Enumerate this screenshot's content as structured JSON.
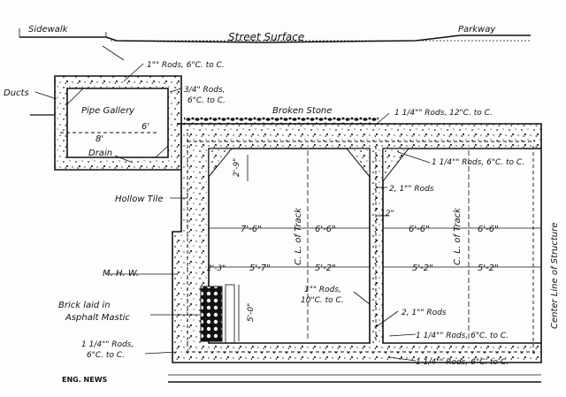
{
  "labels": {
    "sidewalk": "Sidewalk",
    "street_surface": "Street Surface",
    "parkway": "Parkway",
    "rods_top_gallery": "1\"\" Rods, 6\"C. to C.",
    "ducts": "Ducts",
    "pipe_gallery": "Pipe Gallery",
    "rods_gallery_corner_1": "3/4\" Rods,",
    "rods_gallery_corner_2": "6\"C. to C.",
    "broken_stone": "Broken Stone",
    "rods_roof": "1 1/4\"\" Rods, 12\"C. to C.",
    "rods_roof_right": "1 1/4\"\" Rods, 6\"C. to C.",
    "gallery_width": "8'",
    "gallery_height": "6'",
    "drain": "Drain",
    "hollow_tile": "Hollow Tile",
    "roof_thickness": "2'-9\"",
    "rods_center_wall_top": "2, 1\"\" Rods",
    "center_wall_thickness": "12\"",
    "dim_left_span": "7'-6\"",
    "dim_left_mid": "6'-6\"",
    "dim_right_1": "6'-6\"",
    "dim_right_2": "6'-6\"",
    "cl_track_left": "C. L. of Track",
    "cl_track_right": "C. L. of Track",
    "center_line_structure": "Center Line of Structure",
    "mhw": "M. H. W.",
    "dim_wall": "2'-3\"",
    "dim_left_5_7": "5'-7\"",
    "dim_left_5_2": "5'-2\"",
    "dim_right_5_2a": "5'-2\"",
    "dim_right_5_2b": "5'-2\"",
    "rods_center_wall_mid_1": "1\"\" Rods,",
    "rods_center_wall_mid_2": "10\"C. to C.",
    "height_5_0": "5'-0\"",
    "brick_1": "Brick laid in",
    "brick_2": "Asphalt Mastic",
    "rods_center_wall_bottom": "2, 1\"\" Rods",
    "rods_left_bottom_1": "1 1/4\"\" Rods,",
    "rods_left_bottom_2": "6\"C. to C.",
    "rods_floor_upper": "1 1/4\"\" Rods, 6\"C. to C.",
    "rods_floor_lower": "1 1/4\"\" Rods, 6\"C. to C.",
    "credit": "ENG. NEWS"
  },
  "colors": {
    "ink": "#111111",
    "paper": "#fdfdfb",
    "tile": "#222222"
  }
}
